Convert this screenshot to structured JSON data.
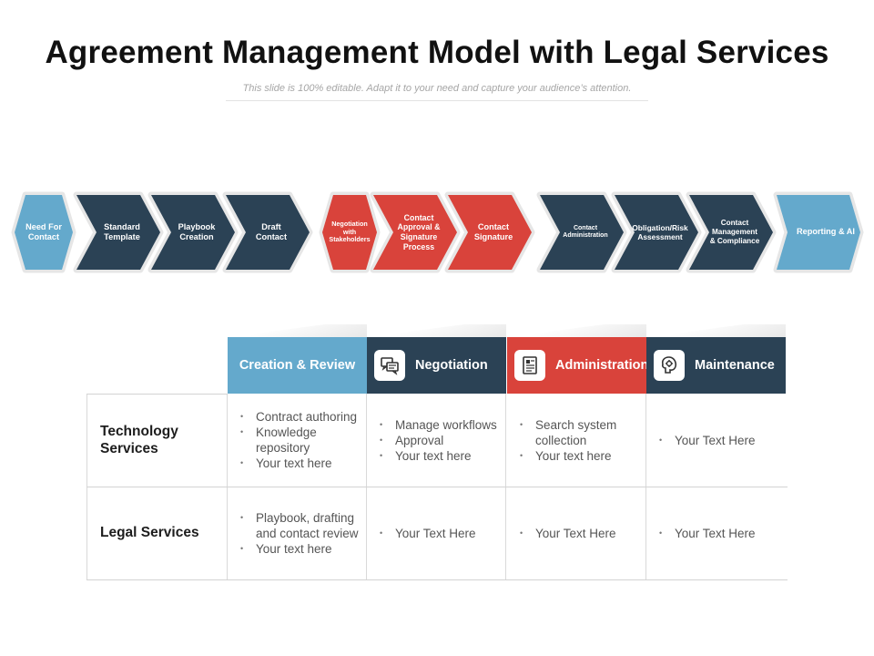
{
  "title": "Agreement Management Model with Legal Services",
  "subtitle": "This slide is 100% editable. Adapt it to your need and capture your audience’s attention.",
  "colors": {
    "navy": "#2b4255",
    "blue": "#64a9cc",
    "red": "#d9433b",
    "white": "#ffffff"
  },
  "process_steps": [
    {
      "label": "Need For Contact",
      "color": "blue"
    },
    {
      "label": "Standard Template",
      "color": "navy"
    },
    {
      "label": "Playbook Creation",
      "color": "navy"
    },
    {
      "label": "Draft Contact",
      "color": "navy"
    },
    {
      "label": "Negotiation with Stakeholders",
      "color": "red"
    },
    {
      "label": "Contact Approval & Signature Process",
      "color": "red"
    },
    {
      "label": "Contact Signature",
      "color": "red"
    },
    {
      "label": "Contact Administration",
      "color": "navy"
    },
    {
      "label": "Obligation/Risk Assessment",
      "color": "navy"
    },
    {
      "label": "Contact Management & Compliance",
      "color": "navy"
    },
    {
      "label": "Reporting & AI",
      "color": "blue"
    }
  ],
  "table": {
    "columns": [
      {
        "label": "Creation & Review",
        "color": "blue",
        "icon": "none"
      },
      {
        "label": "Negotiation",
        "color": "navy",
        "icon": "chat-bubbles-icon"
      },
      {
        "label": "Administration",
        "color": "red",
        "icon": "document-icon"
      },
      {
        "label": "Maintenance",
        "color": "navy",
        "icon": "brain-gear-icon"
      }
    ],
    "rows": [
      {
        "label": "Technology Services",
        "cells": [
          [
            "Contract authoring",
            "Knowledge repository",
            "Your text here"
          ],
          [
            "Manage workflows",
            "Approval",
            "Your text here"
          ],
          [
            "Search system collection",
            "Your text here"
          ],
          [
            "Your Text Here"
          ]
        ]
      },
      {
        "label": "Legal Services",
        "cells": [
          [
            "Playbook, drafting and contact review",
            "Your text here"
          ],
          [
            "Your Text Here"
          ],
          [
            "Your Text Here"
          ],
          [
            "Your Text Here"
          ]
        ]
      }
    ]
  }
}
